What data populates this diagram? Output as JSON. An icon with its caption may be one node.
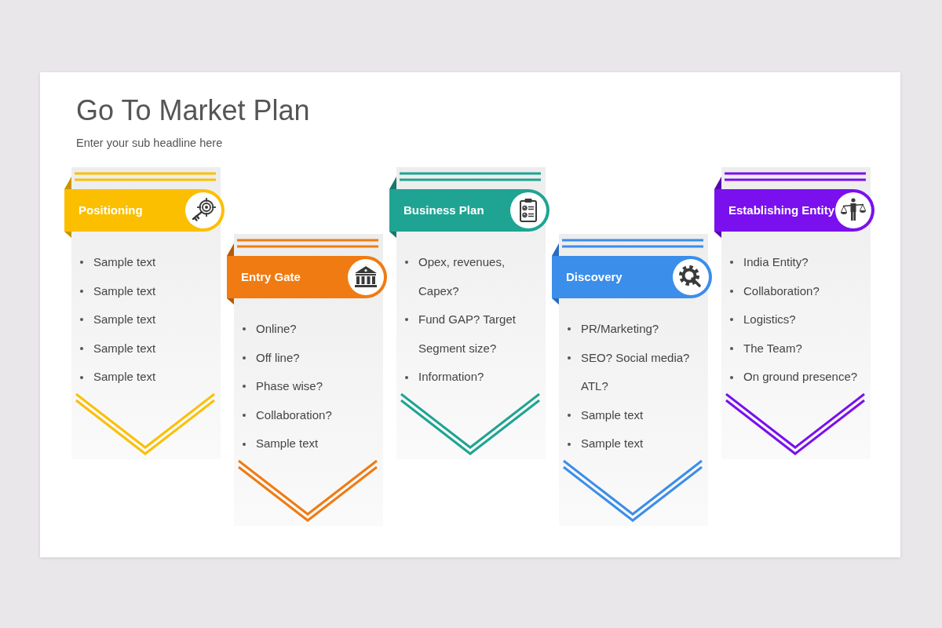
{
  "diagram": {
    "title": "Go To Market Plan",
    "nodes": [
      {
        "text": [
          "Positioning",
          "Sample text",
          "Sample text",
          "Sample text",
          "Sample text",
          "Sample text"
        ]
      },
      {
        "text": [
          "Entry Gate",
          "Online?",
          "Off line?",
          "Phase wise?",
          "Collaboration?",
          "Sample text"
        ]
      },
      {
        "text": [
          "Business Plan",
          "Opex, revenues, Capex?",
          "Fund GAP? Target Segment size?",
          "Information?"
        ]
      },
      {
        "text": [
          "Discovery",
          "PR/Marketing?",
          "SEO? Social media? ATL?",
          "Sample text",
          "Sample text"
        ]
      },
      {
        "text": [
          "Establishing Entity",
          "India Entity?",
          "Collaboration?",
          "Logistics?",
          "The Team?",
          "On ground presence?"
        ]
      }
    ],
    "labels": [
      "Enter your sub headline here"
    ]
  }
}
